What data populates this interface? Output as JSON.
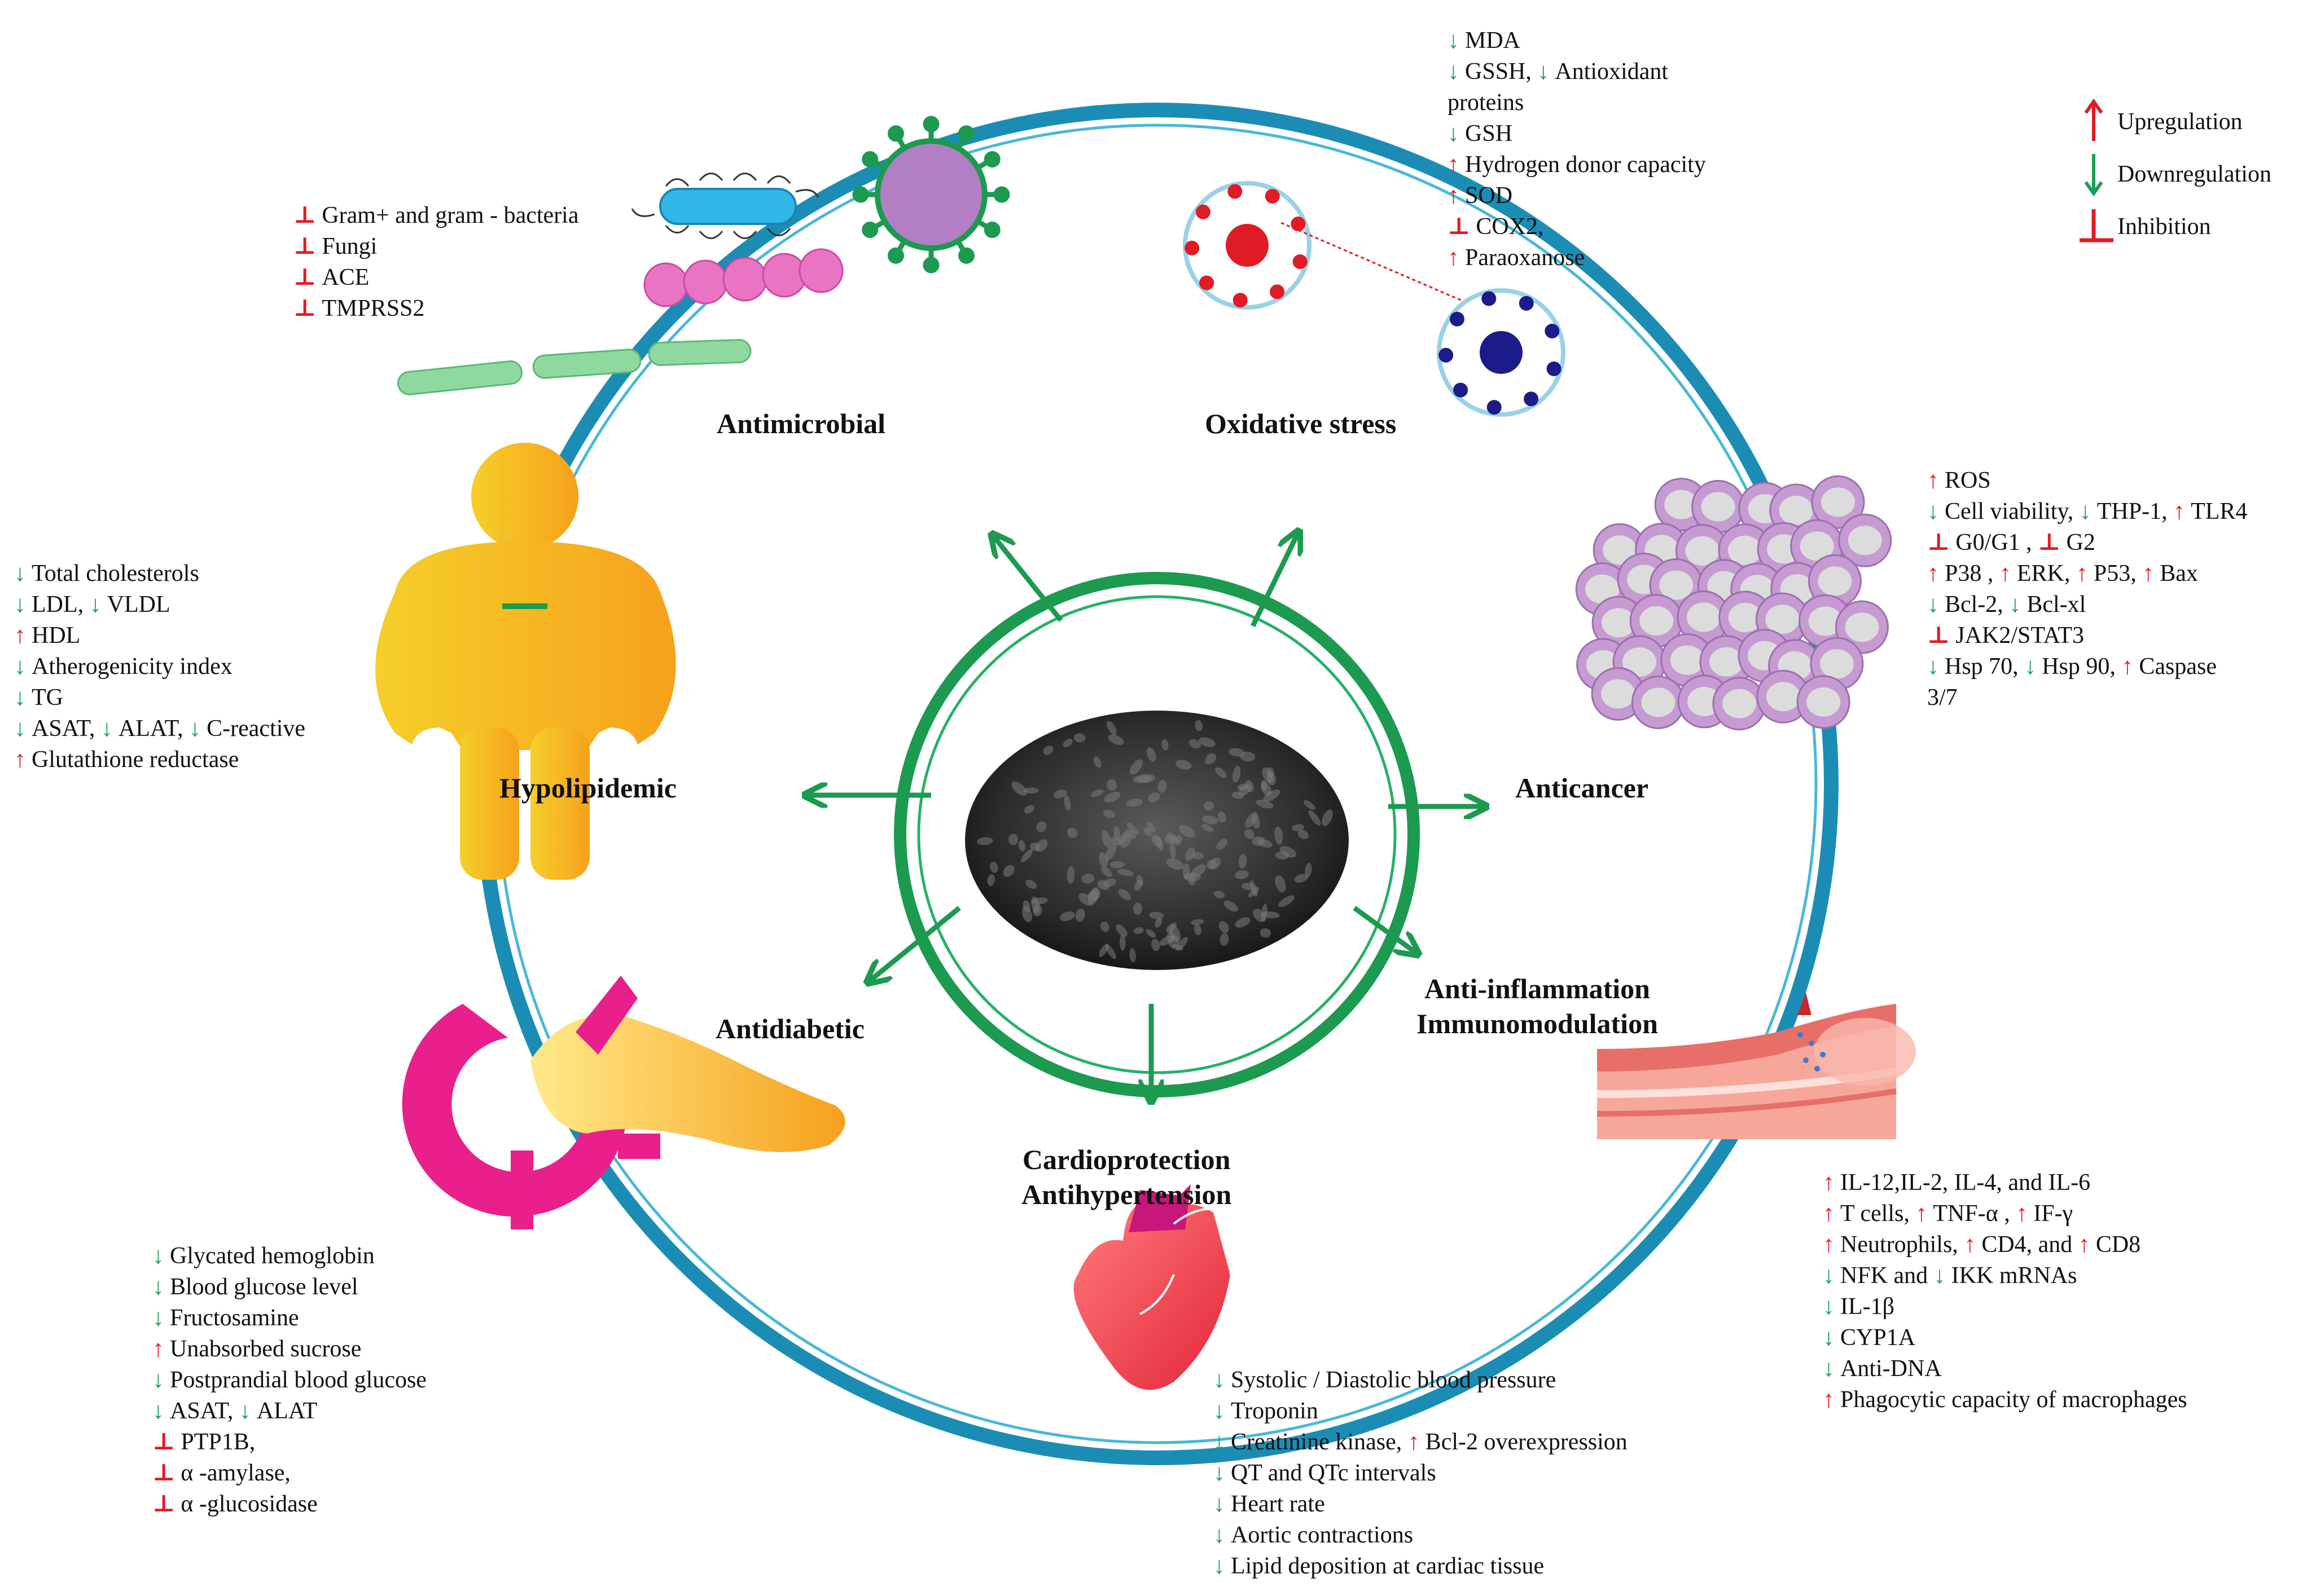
{
  "symbols": {
    "up": "↑",
    "down": "↓",
    "inhibit": "⊥"
  },
  "colors": {
    "ring": "#1b8db4",
    "ring_inner": "#49b8d6",
    "center_ring": "#1c9a50",
    "arrow": "#1c9a50",
    "up": "#e01b24",
    "down": "#1a9e55",
    "inhibit": "#e01b24"
  },
  "legend": [
    {
      "type": "up",
      "label": "Upregulation"
    },
    {
      "type": "down",
      "label": "Downregulation"
    },
    {
      "type": "inhibit",
      "label": "Inhibition"
    }
  ],
  "categories": {
    "antimicrobial": "Antimicrobial",
    "oxidative": "Oxidative stress",
    "hypolipidemic": "Hypolipidemic",
    "anticancer": "Anticancer",
    "antidiabetic": "Antidiabetic",
    "antiinflammation": [
      "Anti-inflammation",
      "Immunomodulation"
    ],
    "cardio": [
      "Cardioprotection",
      "Antihypertension"
    ]
  },
  "lists": {
    "antimicrobial": [
      [
        {
          "s": "inhibit",
          "t": "Gram+ and gram - bacteria"
        }
      ],
      [
        {
          "s": "inhibit",
          "t": "Fungi"
        }
      ],
      [
        {
          "s": "inhibit",
          "t": "ACE"
        }
      ],
      [
        {
          "s": "inhibit",
          "t": "TMPRSS2"
        }
      ]
    ],
    "oxidative": [
      [
        {
          "s": "down",
          "t": "MDA"
        }
      ],
      [
        {
          "s": "down",
          "t": "GSSH, "
        },
        {
          "s": "down",
          "t": "Antioxidant"
        }
      ],
      [
        {
          "s": "",
          "t": "proteins"
        }
      ],
      [
        {
          "s": "down",
          "t": "GSH"
        }
      ],
      [
        {
          "s": "up",
          "t": "Hydrogen donor capacity"
        }
      ],
      [
        {
          "s": "up",
          "t": "SOD"
        }
      ],
      [
        {
          "s": "inhibit",
          "t": "COX2,"
        }
      ],
      [
        {
          "s": "up",
          "t": "Paraoxanose"
        }
      ]
    ],
    "hypolipidemic": [
      [
        {
          "s": "down",
          "t": "Total cholesterols"
        }
      ],
      [
        {
          "s": "down",
          "t": "LDL, "
        },
        {
          "s": "down",
          "t": "VLDL"
        }
      ],
      [
        {
          "s": "up",
          "t": "HDL"
        }
      ],
      [
        {
          "s": "down",
          "t": "Atherogenicity index"
        }
      ],
      [
        {
          "s": "down",
          "t": "TG"
        }
      ],
      [
        {
          "s": "down",
          "t": "ASAT, "
        },
        {
          "s": "down",
          "t": "ALAT, "
        },
        {
          "s": "down",
          "t": "C-reactive"
        }
      ],
      [
        {
          "s": "up",
          "t": "Glutathione reductase"
        }
      ]
    ],
    "anticancer": [
      [
        {
          "s": "up",
          "t": "ROS"
        }
      ],
      [
        {
          "s": "down",
          "t": "Cell viability, "
        },
        {
          "s": "down",
          "t": "THP-1, "
        },
        {
          "s": "up",
          "t": "TLR4"
        }
      ],
      [
        {
          "s": "inhibit",
          "t": "G0/G1 , "
        },
        {
          "s": "inhibit",
          "t": "G2"
        }
      ],
      [
        {
          "s": "up",
          "t": "P38 , "
        },
        {
          "s": "up",
          "t": "ERK, "
        },
        {
          "s": "up",
          "t": "P53, "
        },
        {
          "s": "up",
          "t": "Bax"
        }
      ],
      [
        {
          "s": "down",
          "t": "Bcl-2, "
        },
        {
          "s": "down",
          "t": "Bcl-xl"
        }
      ],
      [
        {
          "s": "inhibit",
          "t": "JAK2/STAT3"
        }
      ],
      [
        {
          "s": "down",
          "t": "Hsp 70, "
        },
        {
          "s": "down",
          "t": "Hsp 90, "
        },
        {
          "s": "up",
          "t": "Caspase"
        }
      ],
      [
        {
          "s": "",
          "t": "3/7"
        }
      ]
    ],
    "antidiabetic": [
      [
        {
          "s": "down",
          "t": "Glycated hemoglobin"
        }
      ],
      [
        {
          "s": "down",
          "t": "Blood glucose level"
        }
      ],
      [
        {
          "s": "down",
          "t": "Fructosamine"
        }
      ],
      [
        {
          "s": "up",
          "t": "Unabsorbed sucrose"
        }
      ],
      [
        {
          "s": "down",
          "t": "Postprandial blood glucose"
        }
      ],
      [
        {
          "s": "down",
          "t": "ASAT, "
        },
        {
          "s": "down",
          "t": "ALAT"
        }
      ],
      [
        {
          "s": "inhibit",
          "t": "PTP1B,"
        }
      ],
      [
        {
          "s": "inhibit",
          "t": "α -amylase,"
        }
      ],
      [
        {
          "s": "inhibit",
          "t": "α -glucosidase"
        }
      ]
    ],
    "cardio": [
      [
        {
          "s": "down",
          "t": "Systolic / Diastolic blood pressure"
        }
      ],
      [
        {
          "s": "down",
          "t": "Troponin"
        }
      ],
      [
        {
          "s": "down",
          "t": "Creatinine kinase, "
        },
        {
          "s": "up",
          "t": "Bcl-2 overexpression"
        }
      ],
      [
        {
          "s": "down",
          "t": "QT and QTc intervals"
        }
      ],
      [
        {
          "s": "down",
          "t": "Heart rate"
        }
      ],
      [
        {
          "s": "down",
          "t": "Aortic contractions"
        }
      ],
      [
        {
          "s": "down",
          "t": "Lipid deposition at cardiac tissue"
        }
      ]
    ],
    "inflammation": [
      [
        {
          "s": "up",
          "t": "IL-12,IL-2, IL-4, and IL-6"
        }
      ],
      [
        {
          "s": "up",
          "t": "T cells, "
        },
        {
          "s": "up",
          "t": "TNF-α , "
        },
        {
          "s": "up",
          "t": "IF-γ"
        }
      ],
      [
        {
          "s": "up",
          "t": "Neutrophils, "
        },
        {
          "s": "up",
          "t": "CD4, and "
        },
        {
          "s": "up",
          "t": "CD8"
        }
      ],
      [
        {
          "s": "down",
          "t": "NFK and "
        },
        {
          "s": "down",
          "t": "IKK mRNAs"
        }
      ],
      [
        {
          "s": "down",
          "t": "IL-1β"
        }
      ],
      [
        {
          "s": "down",
          "t": "CYP1A"
        }
      ],
      [
        {
          "s": "down",
          "t": "Anti-DNA"
        }
      ],
      [
        {
          "s": "up",
          "t": "Phagocytic capacity of macrophages"
        }
      ]
    ]
  }
}
